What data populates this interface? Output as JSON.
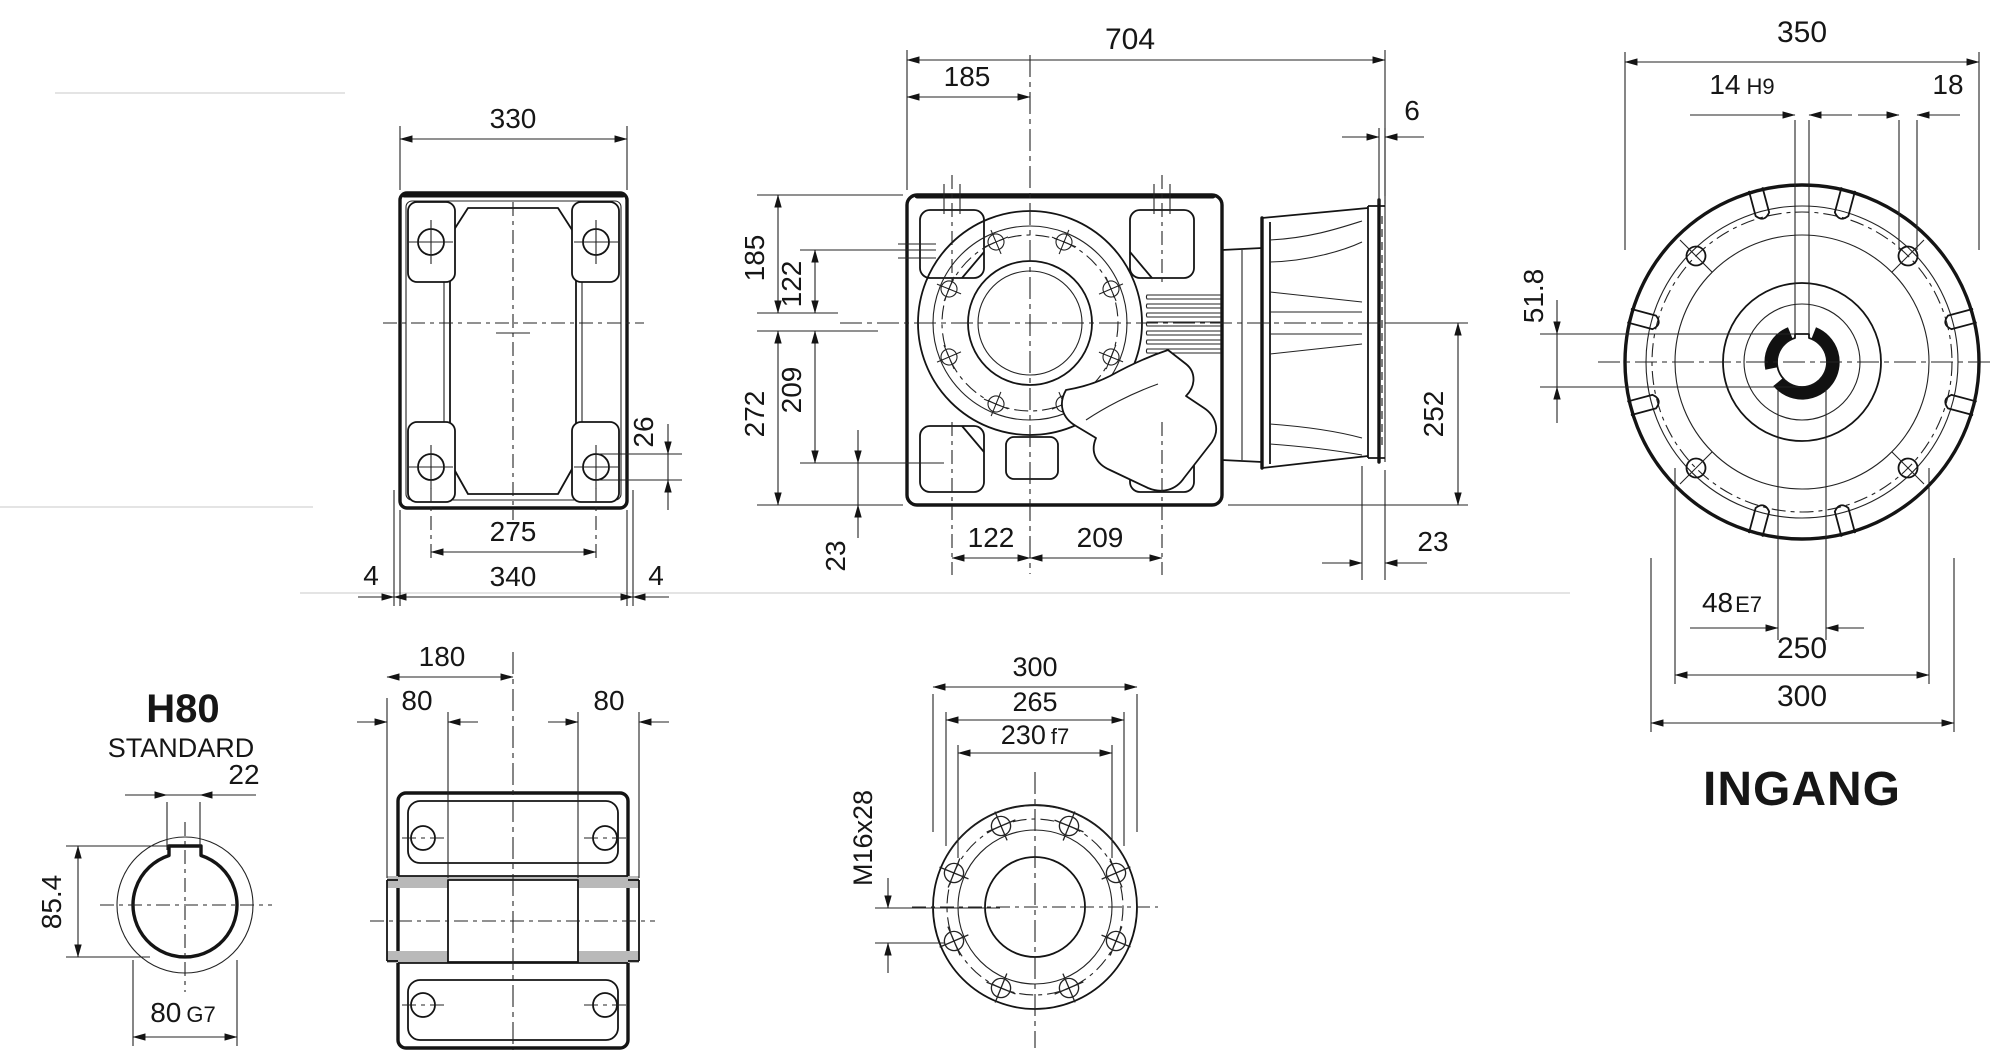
{
  "front_view": {
    "width_top": "330",
    "hole_dia": "26",
    "hole_spacing": "275",
    "width_overall": "340",
    "edge_left": "4",
    "edge_right": "4"
  },
  "side_view": {
    "length_overall": "704",
    "input_offset": "185",
    "gap": "6",
    "top_to_axis": "185",
    "axis_up": "122",
    "height_lower": "272",
    "axis_to_foot": "209",
    "axis_height": "252",
    "foot_height": "23",
    "foot_left": "122",
    "foot_right": "209",
    "flange_offset": "23"
  },
  "input_flange": {
    "flange_dia": "350",
    "key_num": "14",
    "key_fit": "H9",
    "hole_dia": "18",
    "key_height": "51.8",
    "bore_num": "48",
    "bore_fit": "E7",
    "pilot_dia": "250",
    "bolt_circle": "300",
    "label": "INGANG"
  },
  "shaft_detail": {
    "title": "H80",
    "subtitle": "STANDARD",
    "key_width": "22",
    "key_height": "85.4",
    "bore_num": "80",
    "bore_fit": "G7"
  },
  "top_view": {
    "center_to_end": "180",
    "hub_left": "80",
    "hub_right": "80"
  },
  "output_flange": {
    "outer_dia": "300",
    "bolt_circle": "265",
    "pilot_num": "230",
    "pilot_fit": "f7",
    "thread": "M16x28"
  }
}
